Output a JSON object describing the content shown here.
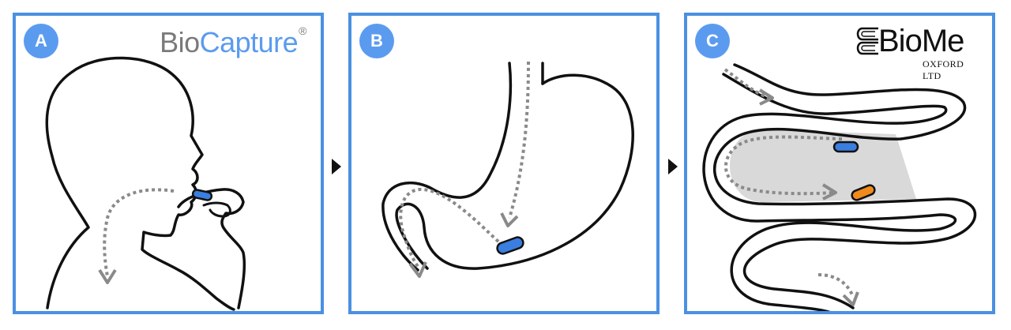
{
  "panels": {
    "a": {
      "badge": "A",
      "logo": {
        "bio": "Bio",
        "capture": "Capture",
        "reg": "®"
      }
    },
    "b": {
      "badge": "B"
    },
    "c": {
      "badge": "C",
      "logo": {
        "bio": "BioMe",
        "sub": "OXFORD LTD"
      }
    }
  },
  "colors": {
    "frame": "#4a90e2",
    "badge": "#5b9bef",
    "capsule_blue": "#3a7ee0",
    "capsule_orange": "#f08a1c",
    "path_arrow": "#8a8a8a",
    "intestine_highlight": "#d9d9d9"
  },
  "icons": {
    "capsule": "capsule-icon",
    "next_step": "triangle-right-icon"
  }
}
